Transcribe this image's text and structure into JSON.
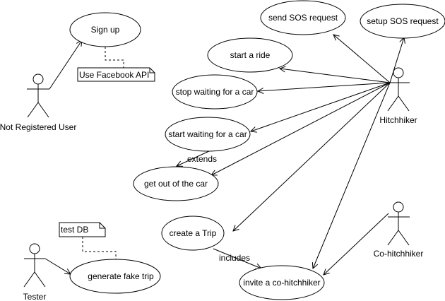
{
  "diagram": {
    "actors": {
      "not_registered_user": "Not Registered User",
      "hitchhiker": "Hitchhiker",
      "tester": "Tester",
      "co_hitchhiker": "Co-hitchhiker"
    },
    "use_cases": {
      "sign_up": "Sign up",
      "send_sos": "send SOS request",
      "setup_sos": "setup SOS request",
      "start_ride": "start a ride",
      "stop_waiting": "stop waiting for a car",
      "start_waiting": "start waiting for a car",
      "get_out": "get out of the car",
      "create_trip": "create a Trip",
      "invite_cohitchhiker": "invite a co-hitchhiker",
      "generate_fake_trip": "generate fake trip"
    },
    "notes": {
      "facebook_api": "Use Facebook API",
      "test_db": "test DB"
    },
    "relations": {
      "extends": "extends",
      "includes": "includes"
    }
  }
}
